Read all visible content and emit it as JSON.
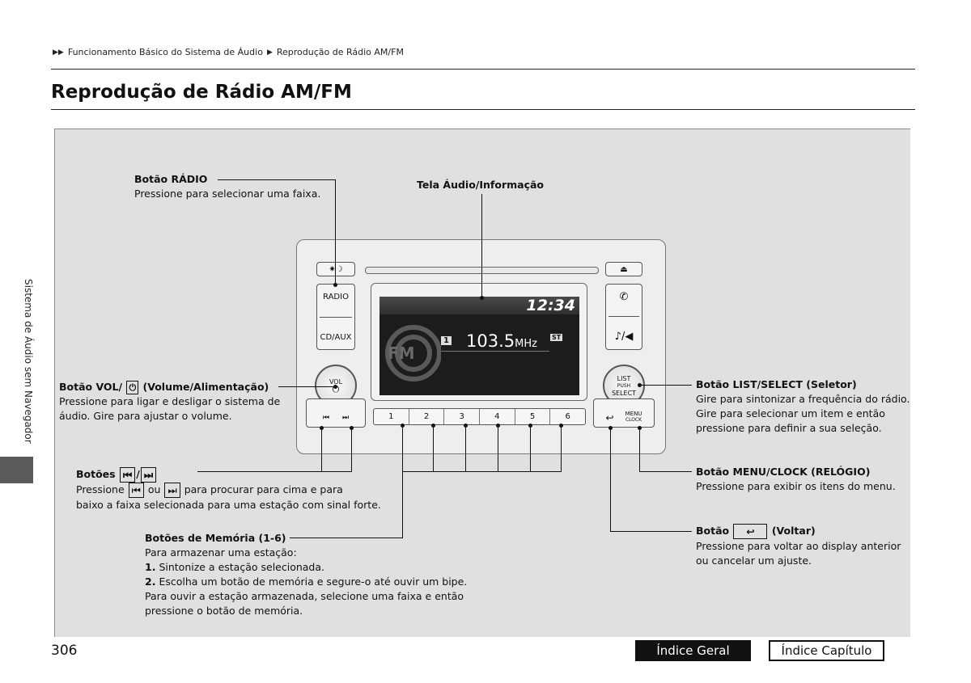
{
  "breadcrumb": {
    "item1": "Funcionamento Básico do Sistema de Áudio",
    "item2": "Reprodução de Rádio AM/FM"
  },
  "page_title": "Reprodução de Rádio AM/FM",
  "side_tab": "Sistema de Áudio sem Navegador",
  "page_number": "306",
  "footer": {
    "index_general": "Índice Geral",
    "index_chapter": "Índice Capítulo"
  },
  "callouts": {
    "radio": {
      "title": "Botão RÁDIO",
      "desc": "Pressione para selecionar uma faixa."
    },
    "screen": {
      "title": "Tela Áudio/Informação"
    },
    "vol": {
      "title_pre": "Botão VOL/",
      "title_post": "(Volume/Alimentação)",
      "desc1": "Pressione para ligar e desligar o sistema de",
      "desc2": "áudio. Gire para ajustar o volume."
    },
    "seek": {
      "title": "Botões",
      "sep": "/",
      "desc_pre": "Pressione",
      "desc_or": "ou",
      "desc_post": "para procurar para cima e para",
      "desc2": "baixo a faixa selecionada para uma estação com sinal forte."
    },
    "memory": {
      "title": "Botões de Memória (1-6)",
      "l1": "Para armazenar uma estação:",
      "s1_num": "1.",
      "s1": "Sintonize a estação selecionada.",
      "s2_num": "2.",
      "s2": "Escolha um botão de memória e segure-o até ouvir um bipe.",
      "l4": "Para ouvir a estação armazenada, selecione uma faixa e então",
      "l5": "pressione o botão de memória."
    },
    "list": {
      "title": "Botão LIST/SELECT (Seletor)",
      "d1": "Gire para sintonizar a frequência do rádio.",
      "d2": "Gire para selecionar um item e então",
      "d3": "pressione para definir a sua seleção."
    },
    "menu": {
      "title": "Botão MENU/CLOCK (RELÓGIO)",
      "desc": "Pressione para exibir os itens do menu."
    },
    "back": {
      "title_pre": "Botão",
      "title_post": "(Voltar)",
      "d1": "Pressione para voltar ao display anterior",
      "d2": "ou cancelar um ajuste."
    }
  },
  "unit": {
    "radio_btn": "RADIO",
    "cdaux_btn": "CD/AUX",
    "vol_knob_label": "VOL",
    "list_knob": {
      "l1": "LIST",
      "l2": "PUSH",
      "l3": "SELECT"
    },
    "menu_btn": {
      "l1": "MENU",
      "l2": "CLOCK"
    },
    "presets": [
      "1",
      "2",
      "3",
      "4",
      "5",
      "6"
    ],
    "display": {
      "clock": "12:34",
      "band": "FM",
      "preset_no": "1",
      "freq": "103.5",
      "unit": "MHz",
      "stereo": "ST"
    }
  },
  "colors": {
    "panel": "#e0e0e0",
    "footer_active": "#111111",
    "side_tab": "#5a5a5a"
  }
}
